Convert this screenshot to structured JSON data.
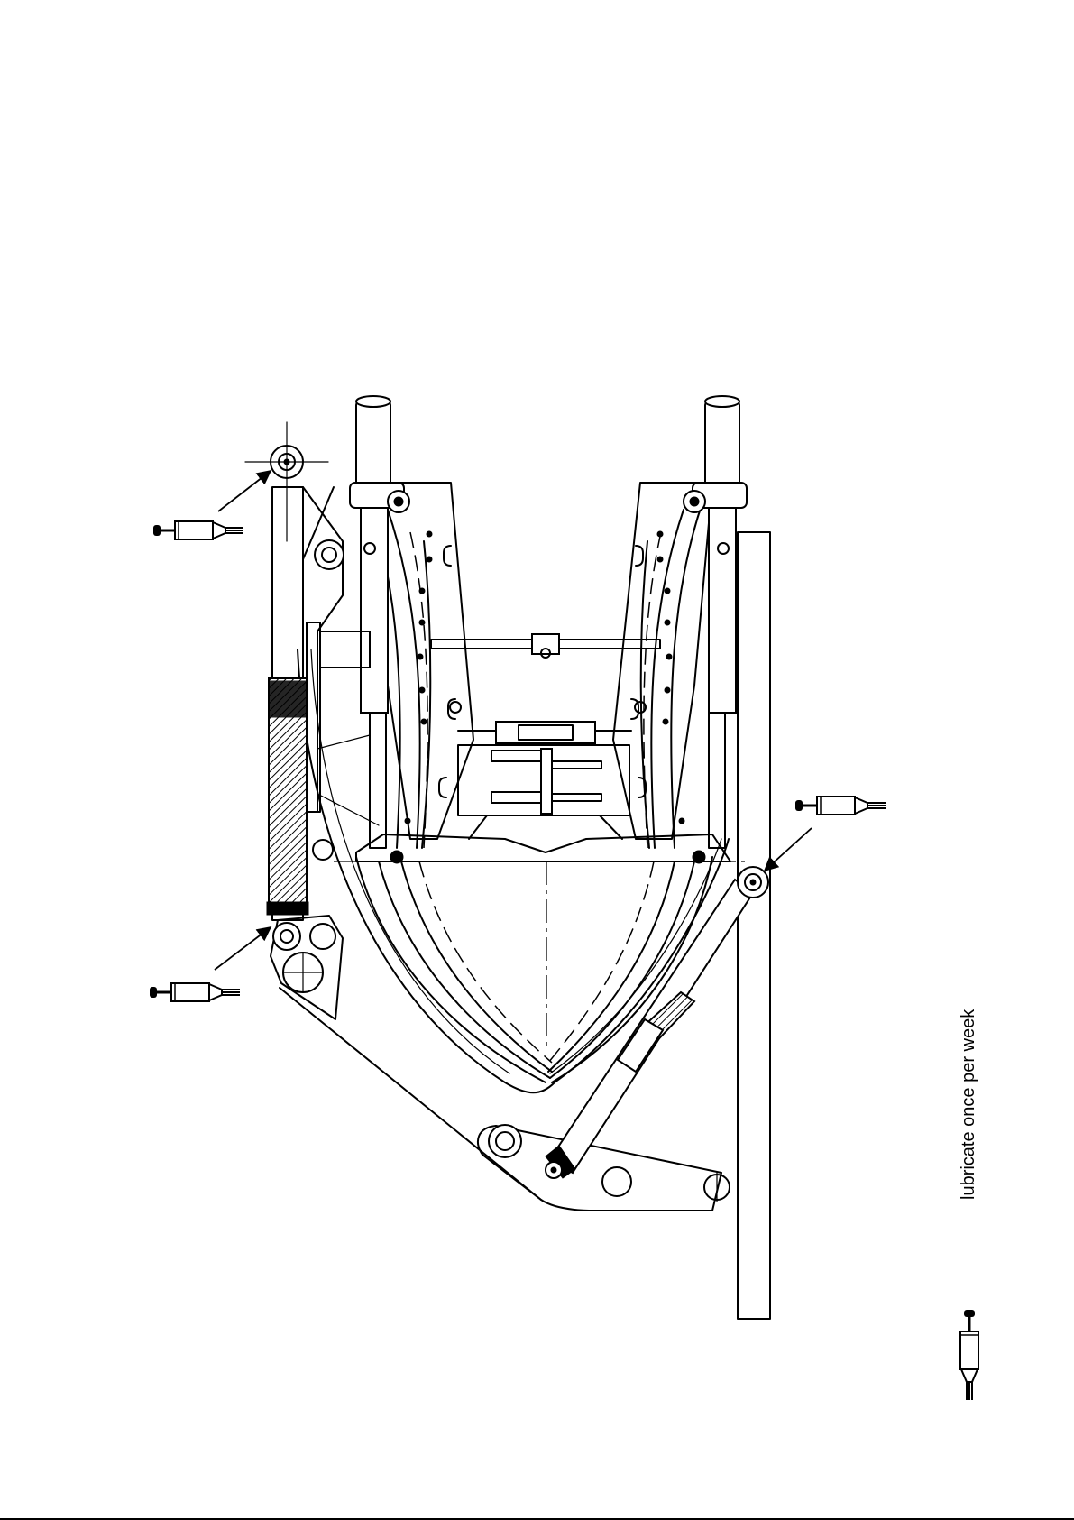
{
  "legend": {
    "icon": "grease-gun-icon",
    "text": "lubricate once per week"
  },
  "lubrication_points": [
    {
      "icon": "grease-gun-icon",
      "target": "top-left-pivot"
    },
    {
      "icon": "grease-gun-icon",
      "target": "lower-left-pivot"
    },
    {
      "icon": "grease-gun-icon",
      "target": "right-cylinder-pivot"
    }
  ],
  "colors": {
    "ink": "#000000",
    "paper": "#ffffff"
  }
}
